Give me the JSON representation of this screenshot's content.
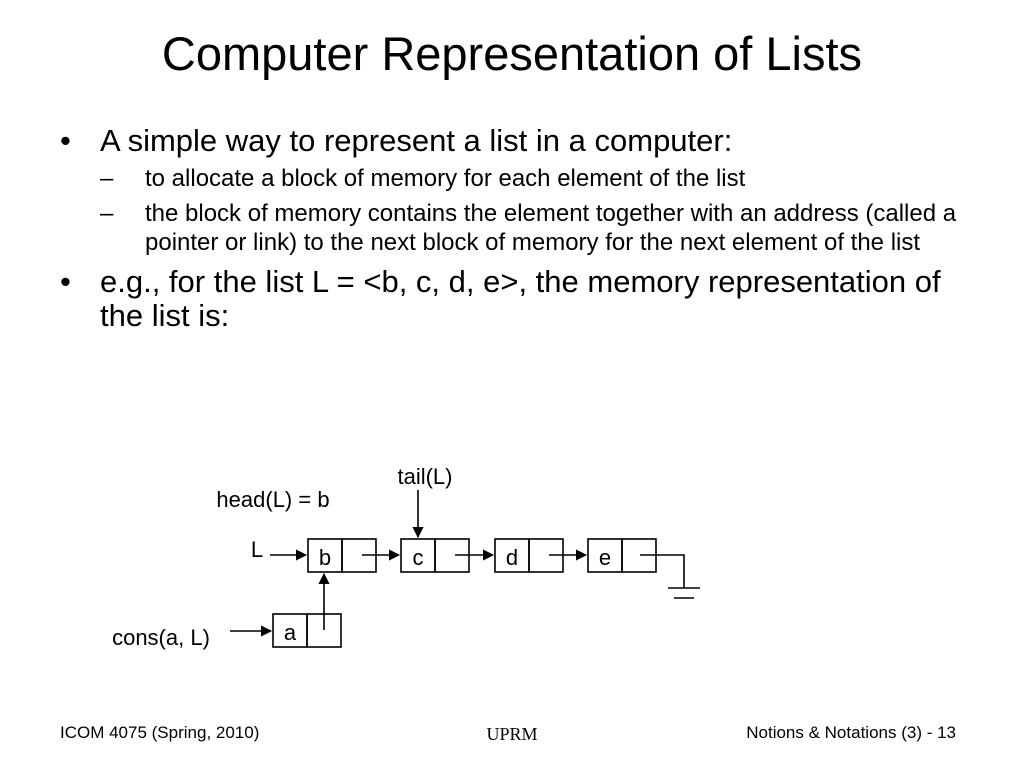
{
  "slide": {
    "title": "Computer Representation of Lists",
    "bullet_marker": "•",
    "dash_marker": "–",
    "bullets": [
      {
        "text": "A simple way to represent a list in a computer:",
        "sub": [
          "to allocate a block of memory for each element of the list",
          "the block of memory contains the element together with an address (called a pointer or link) to the next block of memory for the next element of the list"
        ]
      },
      {
        "text": "e.g., for the list L = <b, c, d, e>, the memory representation of the list is:",
        "sub": []
      }
    ]
  },
  "diagram": {
    "labels": {
      "tail": "tail(L)",
      "head": "head(L) = b",
      "list_var": "L",
      "cons": "cons(a, L)"
    },
    "nodes": [
      "b",
      "c",
      "d",
      "e"
    ],
    "cons_node": "a",
    "terminator_icon": "ground-symbol"
  },
  "footer": {
    "left": "ICOM 4075 (Spring, 2010)",
    "center": "UPRM",
    "right": "Notions & Notations (3) - 13"
  }
}
